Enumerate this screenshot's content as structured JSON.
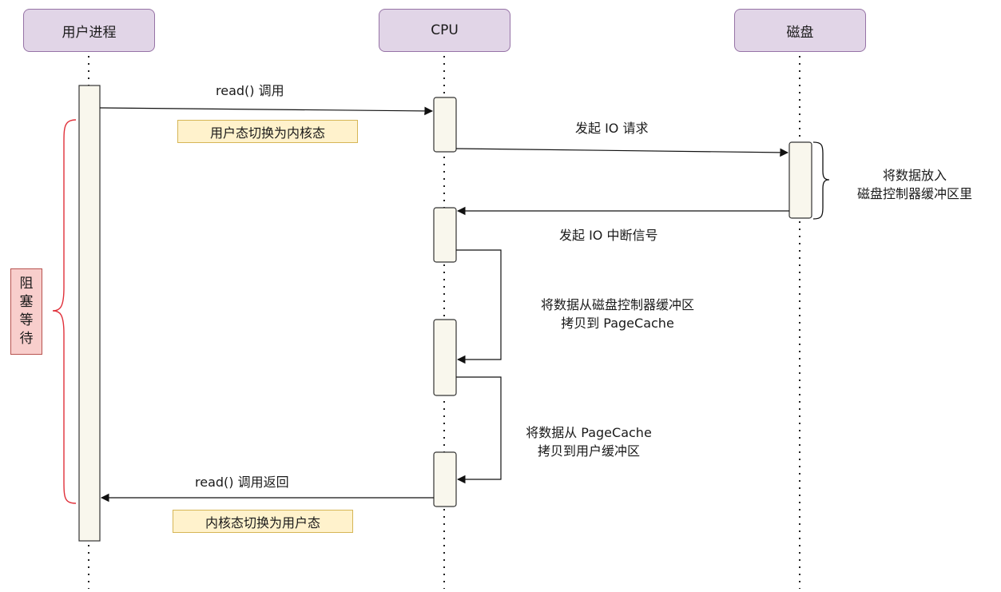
{
  "participants": {
    "user_process": "用户进程",
    "cpu": "CPU",
    "disk": "磁盘"
  },
  "messages": {
    "read_call": "read() 调用",
    "io_request": "发起 IO 请求",
    "io_interrupt": "发起 IO 中断信号",
    "copy_to_pagecache_line1": "将数据从磁盘控制器缓冲区",
    "copy_to_pagecache_line2": "拷贝到 PageCache",
    "copy_to_user_line1": "将数据从 PageCache",
    "copy_to_user_line2": "拷贝到用户缓冲区",
    "read_return": "read() 调用返回"
  },
  "notes": {
    "user_to_kernel": "用户态切换为内核态",
    "kernel_to_user": "内核态切换为用户态",
    "disk_buffer_line1": "将数据放入",
    "disk_buffer_line2": "磁盘控制器缓冲区里",
    "blocking_wait": [
      "阻",
      "塞",
      "等",
      "待"
    ]
  },
  "colors": {
    "participant_fill": "#e1d5e7",
    "participant_border": "#9673a6",
    "activation_fill": "#f9f7ed",
    "note_fill": "#fff2cc",
    "note_border": "#d6b656",
    "block_fill": "#f8cecc",
    "block_border": "#b85450",
    "brace_red": "#e0303a"
  }
}
